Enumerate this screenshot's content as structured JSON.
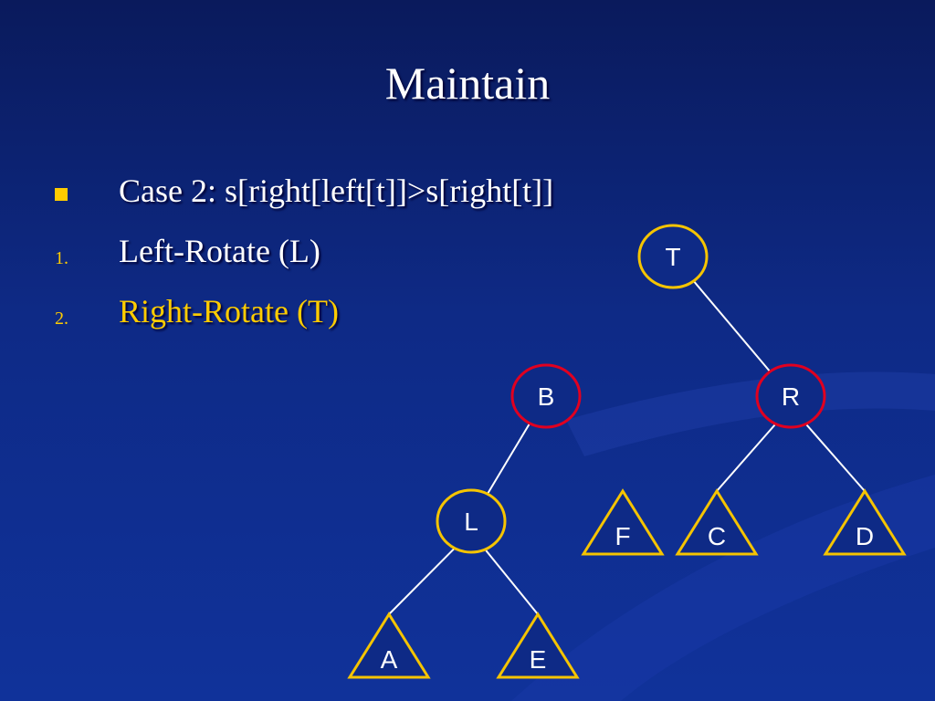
{
  "slide": {
    "title": "Maintain",
    "items": [
      {
        "marker": "",
        "text": "Case 2: s[right[left[t]]>s[right[t]]",
        "color": "white"
      },
      {
        "marker": "1.",
        "text": "Left-Rotate (L)",
        "color": "white"
      },
      {
        "marker": "2.",
        "text": "Right-Rotate (T)",
        "color": "gold"
      }
    ]
  },
  "tree": {
    "nodes": [
      {
        "label": "T",
        "kind": "circle",
        "border": "#f5c400"
      },
      {
        "label": "B",
        "kind": "circle",
        "border": "#e00020"
      },
      {
        "label": "R",
        "kind": "circle",
        "border": "#e00020"
      },
      {
        "label": "L",
        "kind": "circle",
        "border": "#f5c400"
      },
      {
        "label": "F",
        "kind": "triangle",
        "border": "#f5c400"
      },
      {
        "label": "C",
        "kind": "triangle",
        "border": "#f5c400"
      },
      {
        "label": "D",
        "kind": "triangle",
        "border": "#f5c400"
      },
      {
        "label": "A",
        "kind": "triangle",
        "border": "#f5c400"
      },
      {
        "label": "E",
        "kind": "triangle",
        "border": "#f5c400"
      }
    ],
    "edges": [
      [
        "T",
        "R"
      ],
      [
        "B",
        "L"
      ],
      [
        "R",
        "C"
      ],
      [
        "R",
        "D"
      ],
      [
        "L",
        "A"
      ],
      [
        "L",
        "E"
      ]
    ],
    "colors": {
      "fill": "#0e2a86",
      "edge": "#ffffff"
    }
  }
}
